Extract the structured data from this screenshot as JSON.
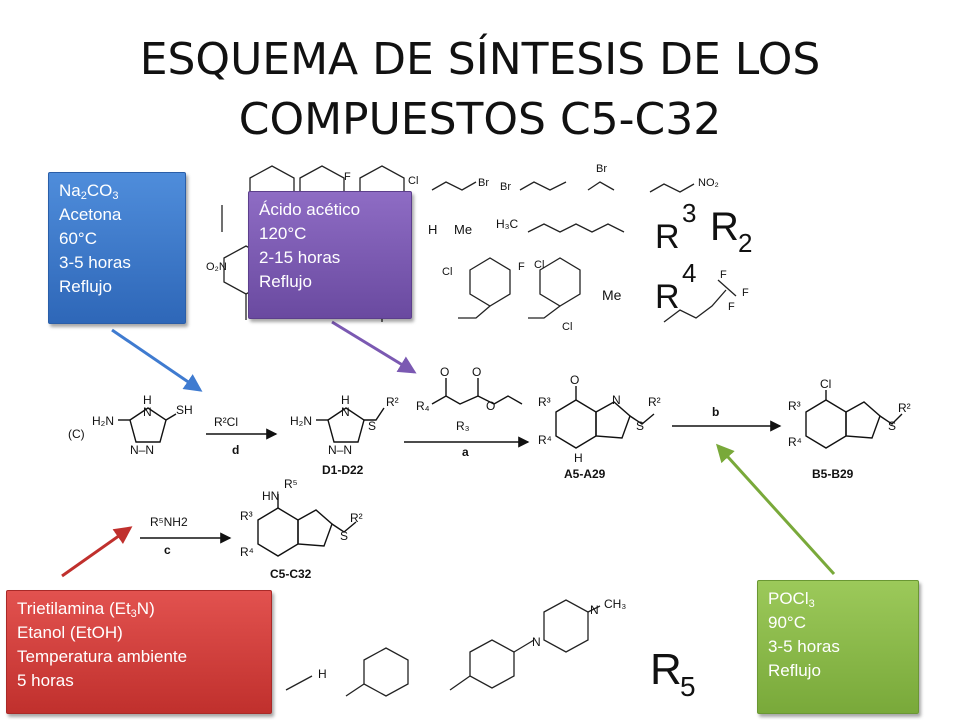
{
  "title": {
    "line1": "ESQUEMA DE SÍNTESIS DE LOS",
    "line2": "COMPUESTOS C5-C32"
  },
  "conditions": {
    "blue": {
      "l1a": "Na",
      "l1b": "2",
      "l1c": "CO",
      "l1d": "3",
      "l2": "Acetona",
      "l3": "60°C",
      "l4": "3-5 horas",
      "l5": "Reflujo",
      "color": "#3f7bd0"
    },
    "purple": {
      "l1": "Ácido acético",
      "l2": "120°C",
      "l3": "2-15 horas",
      "l4": "Reflujo",
      "color": "#7b59b2"
    },
    "red": {
      "l1a": "Trietilamina (Et",
      "l1b": "3",
      "l1c": "N)",
      "l2": "Etanol (EtOH)",
      "l3": "Temperatura ambiente",
      "l4": "5 horas",
      "color": "#d23f3c"
    },
    "green": {
      "l1a": "POCl",
      "l1b": "3",
      "l2": "90°C",
      "l3": "3-5 horas",
      "l4": "Reflujo",
      "color": "#8bba4a"
    }
  },
  "scheme": {
    "start_label": "(C)",
    "reagent_d": "R²Cl",
    "step_d": "d",
    "reagent_a_label": "a",
    "step_b": "b",
    "reagent_c": "R⁵NH2",
    "step_c": "c",
    "compound_D": "D1-D22",
    "compound_A": "A5-A29",
    "compound_B": "B5-B29",
    "compound_C": "C5-C32"
  },
  "substituents": {
    "r3": "R",
    "r3sup": "3",
    "r2": "R",
    "r2sub": "2",
    "r4": "R",
    "r4sup": "4",
    "r5": "R",
    "r5sub": "5",
    "labels": {
      "f1": "F",
      "cl1": "Cl",
      "br1": "Br",
      "br2": "Br",
      "br3": "Br",
      "no2a": "NO₂",
      "h1": "H",
      "me1": "Me",
      "h3c": "H₃C",
      "o2n": "O₂N",
      "cl2": "Cl",
      "f2": "F",
      "cl3": "Cl",
      "cl4": "Cl",
      "me2": "Me",
      "f3": "F",
      "f4": "F",
      "f5": "F",
      "h2": "H",
      "n1": "N",
      "n2": "N",
      "ch3": "CH₃"
    }
  }
}
